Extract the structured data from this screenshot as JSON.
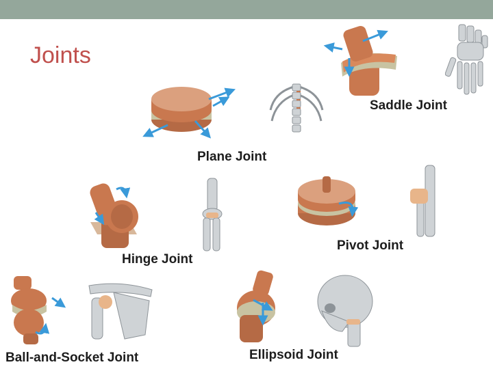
{
  "slide": {
    "title": "Joints",
    "accent_color": "#c0504d",
    "bar_color": "#94a79b"
  },
  "joints": [
    {
      "label": "Saddle Joint",
      "model_icon": "saddle-joint-model",
      "anatomy_icon": "hand-skeleton"
    },
    {
      "label": "Plane Joint",
      "model_icon": "plane-joint-model",
      "anatomy_icon": "spine-ribs-skeleton"
    },
    {
      "label": "Hinge Joint",
      "model_icon": "hinge-joint-model",
      "anatomy_icon": "elbow-skeleton"
    },
    {
      "label": "Pivot Joint",
      "model_icon": "pivot-joint-model",
      "anatomy_icon": "radius-ulna-skeleton"
    },
    {
      "label": "Ball-and-Socket Joint",
      "model_icon": "ball-and-socket-joint-model",
      "anatomy_icon": "shoulder-skeleton"
    },
    {
      "label": "Ellipsoid Joint",
      "model_icon": "ellipsoid-joint-model",
      "anatomy_icon": "skull-skeleton"
    }
  ],
  "colors": {
    "bone": "#c9784f",
    "bone_dark": "#8e4a2c",
    "cartilage": "#c8c3a2",
    "arrow": "#3a9ad9",
    "skeleton": "#cfd3d6",
    "skeleton_dark": "#8d9398",
    "joint_highlight": "#e8b58a"
  }
}
